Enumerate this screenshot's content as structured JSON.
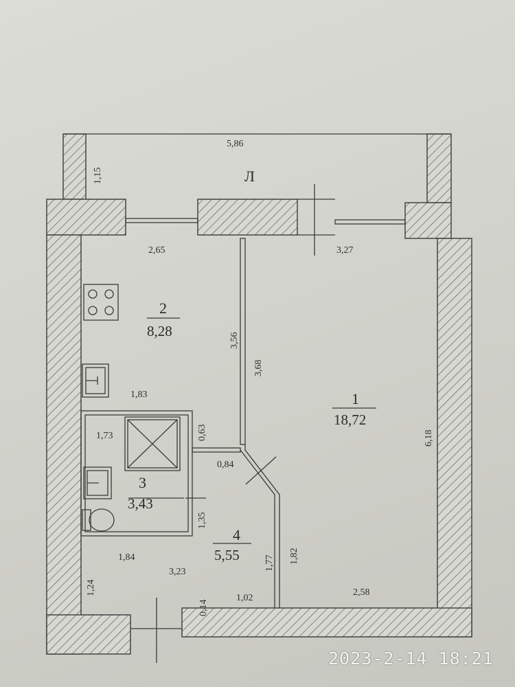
{
  "balcony_label": "Л",
  "rooms": [
    {
      "number": "1",
      "area": "18,72"
    },
    {
      "number": "2",
      "area": "8,28"
    },
    {
      "number": "3",
      "area": "3,43"
    },
    {
      "number": "4",
      "area": "5,55"
    }
  ],
  "dimensions": {
    "balcony_length": "5,86",
    "balcony_width": "1,15",
    "kitchen_width": "2,65",
    "kitchen_length": "3,56",
    "kitchen_side": "1,83",
    "room_width": "3,27",
    "room_length": "6,18",
    "room_partition": "3,68",
    "room_lower": "1,82",
    "room_bottom": "2,58",
    "bath_width": "1,73",
    "bath_depth": "0,63",
    "bath_door": "0,84",
    "bath_height": "1,35",
    "hall_width": "1,84",
    "hall_length": "3,23",
    "hall_side": "1,77",
    "hall_left": "1,24",
    "hall_bottom": "1,02",
    "hall_niche": "0,14"
  },
  "timestamp": "2023-2-14 18:21"
}
